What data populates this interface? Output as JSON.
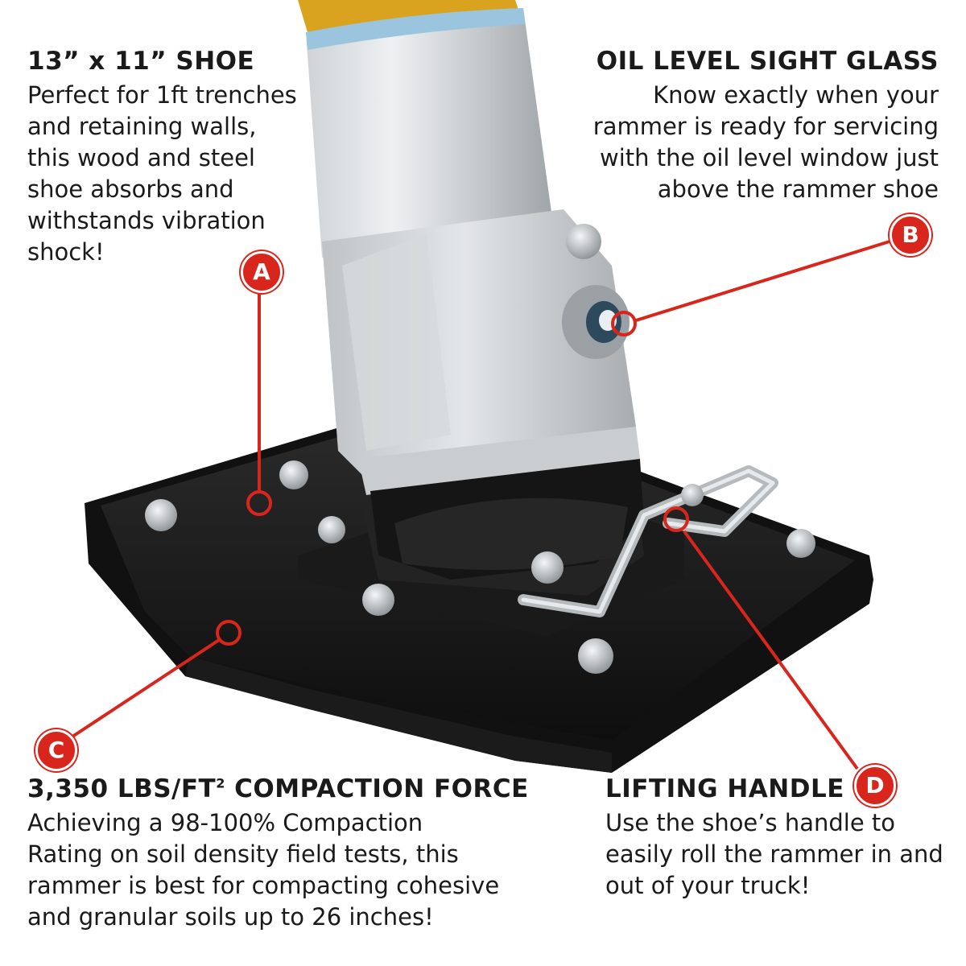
{
  "colors": {
    "accent": "#d8261c",
    "text": "#1a1a1a",
    "background": "#ffffff"
  },
  "callouts": {
    "a": {
      "title": "13” x 11” SHOE",
      "lines": [
        "Perfect for 1ft trenches",
        "and retaining walls,",
        "this wood and steel",
        "shoe absorbs and",
        "withstands vibration",
        "shock!"
      ],
      "marker": "A"
    },
    "b": {
      "title": "OIL LEVEL SIGHT GLASS",
      "lines": [
        "Know exactly when your",
        "rammer is ready for servicing",
        "with the oil level window just",
        "above the rammer shoe"
      ],
      "marker": "B"
    },
    "c": {
      "title_main": "3,350 LBS/FT",
      "title_sup": "2",
      "title_rest": " COMPACTION FORCE",
      "lines": [
        "Achieving a 98-100% Compaction",
        "Rating on soil density field tests, this",
        "rammer is best for compacting cohesive",
        "and granular soils up to 26 inches!"
      ],
      "marker": "C"
    },
    "d": {
      "title": "LIFTING HANDLE",
      "lines": [
        "Use the shoe’s handle to",
        "easily roll the rammer in and",
        "out of your truck!"
      ],
      "marker": "D"
    }
  }
}
